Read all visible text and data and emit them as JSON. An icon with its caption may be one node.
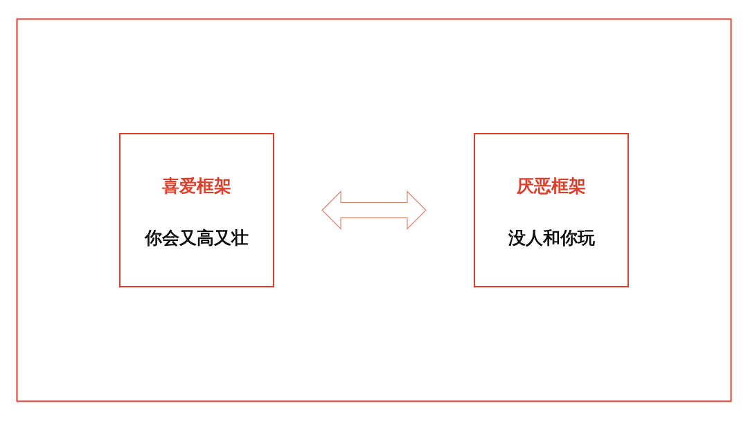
{
  "diagram": {
    "nodes": [
      {
        "text": [
          "喜爱框架",
          "你会又高又壮"
        ]
      },
      {
        "text": [
          "厌恶框架",
          "没人和你玩"
        ]
      }
    ],
    "edges": [
      {
        "from": 0,
        "to": 1,
        "arrow": "both"
      }
    ]
  }
}
